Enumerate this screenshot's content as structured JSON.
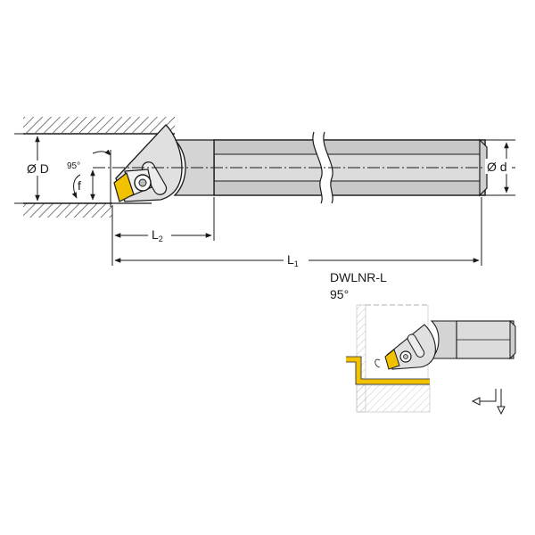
{
  "labels": {
    "bore_diameter": "Ø D",
    "shank_diameter": "Ø d",
    "angle": "95°",
    "offset": "f",
    "head_length_main": "L",
    "head_length_sub": "2",
    "overall_length_main": "L",
    "overall_length_sub": "1",
    "model": "DWLNR-L",
    "model_angle": "95°"
  },
  "colors": {
    "insert": "#f2c200",
    "body": "#dcdcdc",
    "body_dark": "#bdbdbd",
    "line": "#1a1a1a",
    "hatch": "#444444"
  },
  "icons": {
    "feed_direction": "feed-direction-arrows-icon"
  }
}
